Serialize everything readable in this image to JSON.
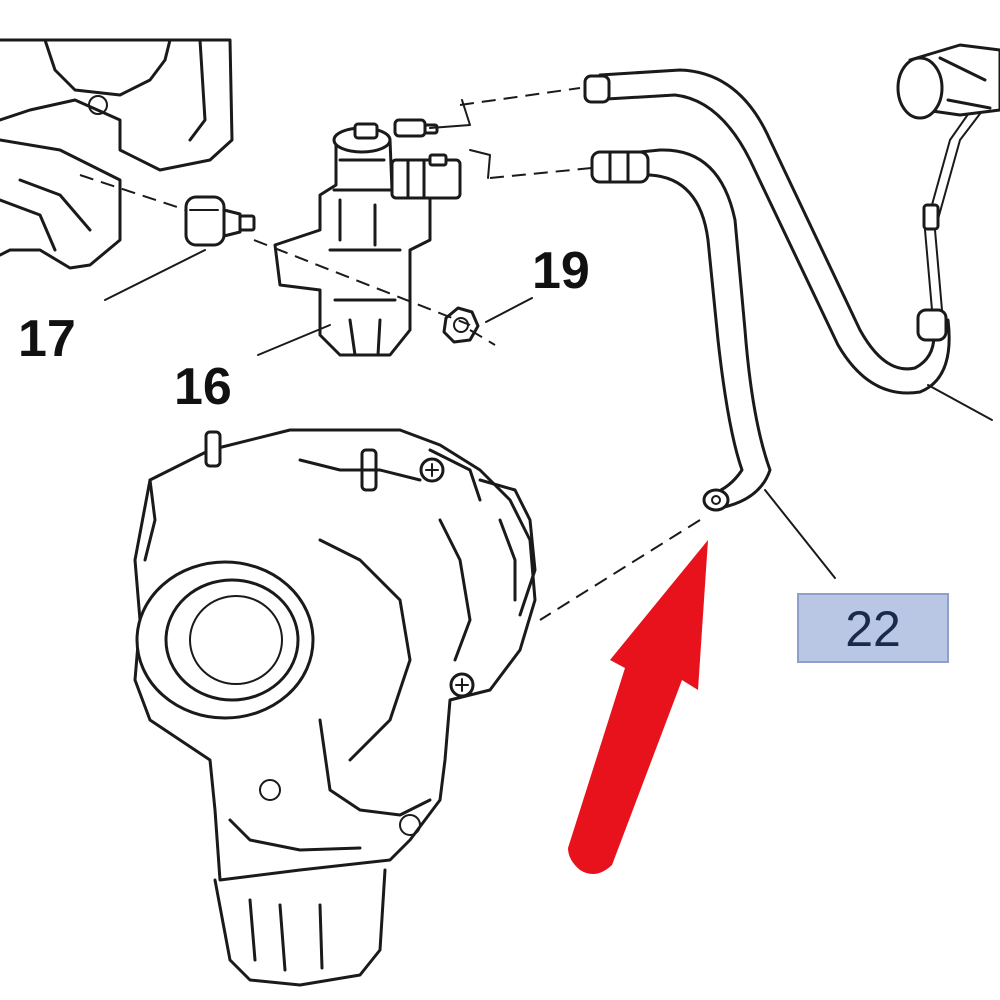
{
  "callouts": {
    "c17": "17",
    "c16": "16",
    "c19": "19",
    "c22": "22"
  },
  "colors": {
    "line": "#1a1a1a",
    "arrow": "#e8121c",
    "badge_fill": "#b9c6e4",
    "badge_border": "#8e9fcc"
  }
}
